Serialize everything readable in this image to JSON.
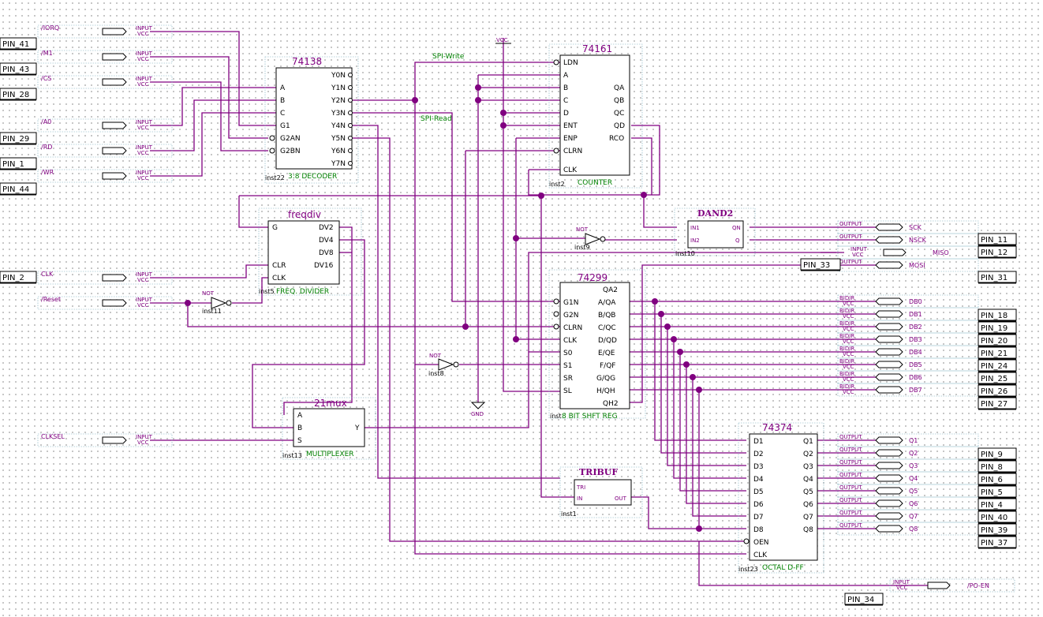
{
  "pins_left": [
    "PIN_41",
    "PIN_43",
    "PIN_28",
    "PIN_29",
    "PIN_1",
    "PIN_44",
    "PIN_2"
  ],
  "pins_right": [
    "PIN_11",
    "PIN_12",
    "PIN_33",
    "PIN_31",
    "PIN_18",
    "PIN_19",
    "PIN_20",
    "PIN_21",
    "PIN_24",
    "PIN_25",
    "PIN_26",
    "PIN_27",
    "PIN_9",
    "PIN_8",
    "PIN_6",
    "PIN_5",
    "PIN_4",
    "PIN_40",
    "PIN_39",
    "PIN_37",
    "PIN_34"
  ],
  "inputs": [
    {
      "name": "/IORQ",
      "type": "INPUT",
      "pwr": "VCC"
    },
    {
      "name": "/M1",
      "type": "INPUT",
      "pwr": "VCC"
    },
    {
      "name": "/CS",
      "type": "INPUT",
      "pwr": "VCC"
    },
    {
      "name": "/A0",
      "type": "INPUT",
      "pwr": "VCC"
    },
    {
      "name": "/RD",
      "type": "INPUT",
      "pwr": "VCC"
    },
    {
      "name": "/WR",
      "type": "INPUT",
      "pwr": "VCC"
    },
    {
      "name": "CLK",
      "type": "INPUT",
      "pwr": "VCC"
    },
    {
      "name": "/Reset",
      "type": "INPUT",
      "pwr": "VCC"
    },
    {
      "name": "CLKSEL",
      "type": "INPUT",
      "pwr": "VCC"
    },
    {
      "name": "MISO",
      "type": "INPUT",
      "pwr": "VCC"
    },
    {
      "name": "/PO-EN",
      "type": "INPUT",
      "pwr": "VCC"
    }
  ],
  "outputs": [
    {
      "name": "SCK",
      "type": "OUTPUT"
    },
    {
      "name": "NSCK",
      "type": "OUTPUT"
    },
    {
      "name": "MOSI",
      "type": "OUTPUT"
    },
    {
      "name": "Q1",
      "type": "OUTPUT"
    },
    {
      "name": "Q2",
      "type": "OUTPUT"
    },
    {
      "name": "Q3",
      "type": "OUTPUT"
    },
    {
      "name": "Q4",
      "type": "OUTPUT"
    },
    {
      "name": "Q5",
      "type": "OUTPUT"
    },
    {
      "name": "Q6",
      "type": "OUTPUT"
    },
    {
      "name": "Q7",
      "type": "OUTPUT"
    },
    {
      "name": "Q8",
      "type": "OUTPUT"
    }
  ],
  "bidirs": [
    {
      "name": "DB0",
      "type": "BIDIR",
      "pwr": "VCC"
    },
    {
      "name": "DB1",
      "type": "BIDIR",
      "pwr": "VCC"
    },
    {
      "name": "DB2",
      "type": "BIDIR",
      "pwr": "VCC"
    },
    {
      "name": "DB3",
      "type": "BIDIR",
      "pwr": "VCC"
    },
    {
      "name": "DB4",
      "type": "BIDIR",
      "pwr": "VCC"
    },
    {
      "name": "DB5",
      "type": "BIDIR",
      "pwr": "VCC"
    },
    {
      "name": "DB6",
      "type": "BIDIR",
      "pwr": "VCC"
    },
    {
      "name": "DB7",
      "type": "BIDIR",
      "pwr": "VCC"
    }
  ],
  "blocks": {
    "decoder": {
      "title": "74138",
      "inst": "inst22",
      "desc": "3:8 DECODER",
      "left": [
        "A",
        "B",
        "C",
        "G1",
        "G2AN",
        "G2BN"
      ],
      "right": [
        "Y0N",
        "Y1N",
        "Y2N",
        "Y3N",
        "Y4N",
        "Y5N",
        "Y6N",
        "Y7N"
      ]
    },
    "counter": {
      "title": "74161",
      "inst": "inst2",
      "desc": "COUNTER",
      "left": [
        "LDN",
        "A",
        "B",
        "C",
        "D",
        "ENT",
        "ENP",
        "CLRN",
        "CLK"
      ],
      "right": [
        "QA",
        "QB",
        "QC",
        "QD",
        "RCO"
      ]
    },
    "freqdiv": {
      "title": "freqdiv",
      "inst": "inst5",
      "desc": "FREQ. DIVIDER",
      "left": [
        "G",
        "CLR",
        "CLK"
      ],
      "right": [
        "DV2",
        "DV4",
        "DV8",
        "DV16"
      ]
    },
    "dand2": {
      "title": "DAND2",
      "inst": "inst10",
      "left": [
        "IN1",
        "IN2"
      ],
      "right": [
        "QN",
        "Q"
      ]
    },
    "shiftreg": {
      "title": "74299",
      "inst": "inst",
      "desc": "8 BIT SHFT REG",
      "top": "QA2",
      "left": [
        "G1N",
        "G2N",
        "CLRN",
        "CLK",
        "S0",
        "S1",
        "SR",
        "SL"
      ],
      "right": [
        "A/QA",
        "B/QB",
        "C/QC",
        "D/QD",
        "E/QE",
        "F/QF",
        "G/QG",
        "H/QH"
      ],
      "bottom": "QH2"
    },
    "mux": {
      "title": "21mux",
      "inst": "inst13",
      "desc": "MULTIPLEXER",
      "left": [
        "A",
        "B",
        "S"
      ],
      "right": [
        "Y"
      ]
    },
    "tribuf": {
      "title": "TRIBUF",
      "inst": "inst1",
      "left": [
        "TRI",
        "IN"
      ],
      "right": [
        "OUT"
      ]
    },
    "dff": {
      "title": "74374",
      "inst": "inst23",
      "desc": "OCTAL D-FF",
      "left": [
        "D1",
        "D2",
        "D3",
        "D4",
        "D5",
        "D6",
        "D7",
        "D8",
        "OEN",
        "CLK"
      ],
      "right": [
        "Q1",
        "Q2",
        "Q3",
        "Q4",
        "Q5",
        "Q6",
        "Q7",
        "Q8"
      ]
    }
  },
  "nots": [
    {
      "name": "NOT",
      "inst": "inst11"
    },
    {
      "name": "NOT",
      "inst": "inst9"
    },
    {
      "name": "NOT",
      "inst": "inst8"
    }
  ],
  "power": {
    "vcc": "VCC",
    "gnd": "GND"
  },
  "net_labels": {
    "spi_write": "SPI-Write",
    "spi_read": "SPI-Read"
  },
  "colors": {
    "wire": "#800080",
    "label": "#008000",
    "block_border": "#000000",
    "grid_dot": "#b4b4b4"
  }
}
